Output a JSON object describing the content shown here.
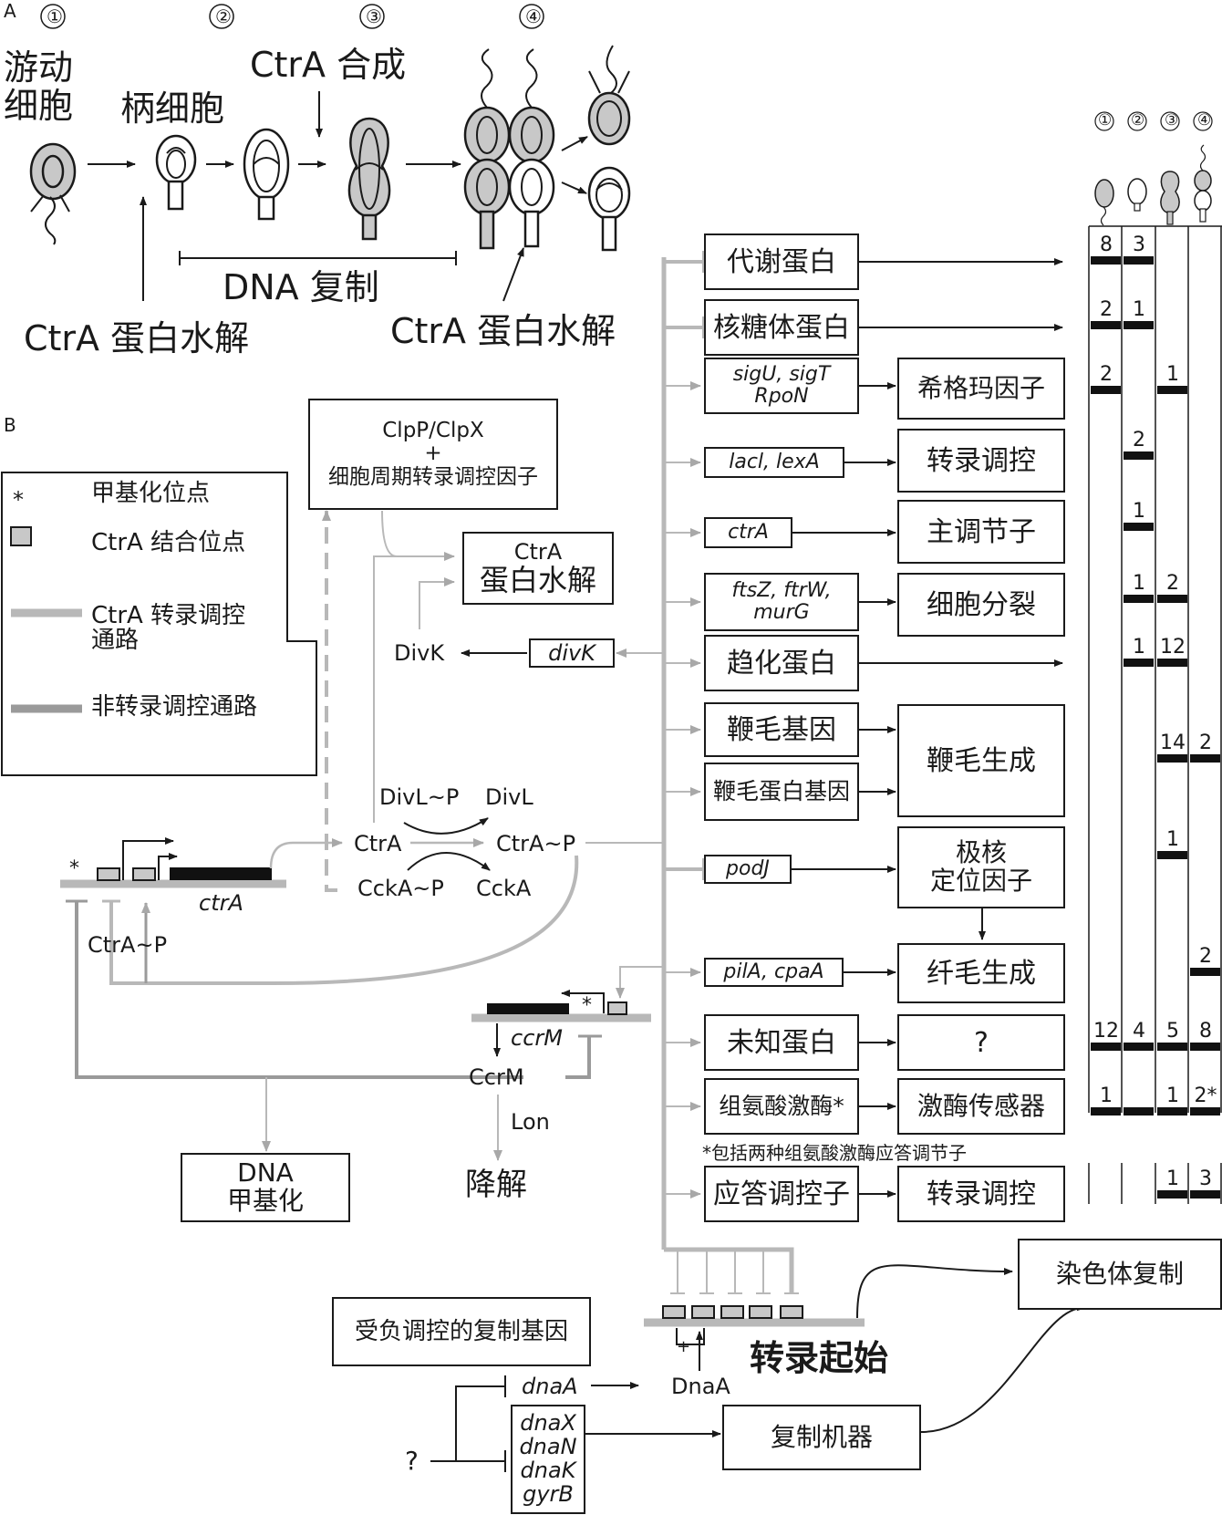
{
  "panel_a": {
    "label": "A",
    "stages": [
      "①",
      "②",
      "③",
      "④"
    ],
    "swarmer_cell": "游动\n细胞",
    "stalked_cell": "柄细胞",
    "ctra_synthesis": "CtrA 合成",
    "dna_replication": "DNA 复制",
    "proteolysis_1": "CtrA 蛋白水解",
    "proteolysis_2": "CtrA 蛋白水解"
  },
  "panel_b": {
    "label": "B",
    "legend": {
      "methylation": {
        "symbol": "*",
        "label": "甲基化位点"
      },
      "binding_site": {
        "label": "CtrA 结合位点"
      },
      "transcriptional": {
        "label": "CtrA 转录调控\n通路",
        "color": "#b8b8b8"
      },
      "non_transcriptional": {
        "label": "非转录调控通路",
        "color": "#9a9a9a"
      }
    },
    "clp_box": {
      "line1": "ClpP/ClpX",
      "line2": "+",
      "line3": "细胞周期转录调控因子"
    },
    "proteolysis_box": {
      "line1": "CtrA",
      "line2": "蛋白水解"
    },
    "divk_protein": "DivK",
    "divk_gene": "divK",
    "divl_p": "DivL~P",
    "divl": "DivL",
    "ctra": "CtrA",
    "ctra_p": "CtrA~P",
    "ccka_p": "CckA~P",
    "ccka": "CckA",
    "ctra_gene": "ctrA",
    "ctra_p_feedback": "CtrA~P",
    "ccrm_gene": "ccrM",
    "ccrm_protein": "CcrM",
    "lon": "Lon",
    "degradation": "降解",
    "dna_methylation_box": {
      "line1": "DNA",
      "line2": "甲基化"
    },
    "targets": [
      {
        "gene": "代谢蛋白",
        "gene_italic": false,
        "effect": "inhibit",
        "function": ""
      },
      {
        "gene": "核糖体蛋白",
        "gene_italic": false,
        "effect": "inhibit",
        "function": ""
      },
      {
        "gene": "sigU, sigT\nRpoN",
        "gene_italic": true,
        "effect": "activate",
        "function": "希格玛因子"
      },
      {
        "gene": "lacl, lexA",
        "gene_italic": true,
        "effect": "activate",
        "function": "转录调控"
      },
      {
        "gene": "ctrA",
        "gene_italic": true,
        "effect": "activate",
        "function": "主调节子"
      },
      {
        "gene": "ftsZ, ftrW,\nmurG",
        "gene_italic": true,
        "effect": "activate",
        "function": "细胞分裂"
      },
      {
        "gene": "趋化蛋白",
        "gene_italic": false,
        "effect": "activate",
        "function": ""
      },
      {
        "gene": "鞭毛基因",
        "gene_italic": false,
        "effect": "activate",
        "function": "鞭毛生成"
      },
      {
        "gene": "鞭毛蛋白基因",
        "gene_italic": false,
        "effect": "activate",
        "function": ""
      },
      {
        "gene": "podJ",
        "gene_italic": true,
        "effect": "inhibit",
        "function": "极核\n定位因子"
      },
      {
        "gene": "pilA, cpaA",
        "gene_italic": true,
        "effect": "activate",
        "function": "纤毛生成"
      },
      {
        "gene": "未知蛋白",
        "gene_italic": false,
        "effect": "activate",
        "function": "?"
      },
      {
        "gene": "组氨酸激酶*",
        "gene_italic": false,
        "effect": "activate",
        "function": "激酶传感器"
      },
      {
        "gene": "应答调控子",
        "gene_italic": false,
        "effect": "activate",
        "function": "转录调控"
      }
    ],
    "footnote": "*包括两种组氨酸激酶应答调节子",
    "replication": {
      "neg_regulated_box": "受负调控的复制基因",
      "transcription_start": "转录起始",
      "plus": "+",
      "dnaa_gene": "dnaA",
      "dnaa_protein": "DnaA",
      "genes_box": [
        "dnaX",
        "dnaN",
        "dnaK",
        "gyrB"
      ],
      "question": "?",
      "machinery_box": "复制机器",
      "chromosome_box": "染色体复制"
    }
  },
  "expression_table": {
    "columns": [
      "①",
      "②",
      "③",
      "④"
    ],
    "rows": [
      {
        "target": "代谢蛋白",
        "values": [
          "8",
          "3",
          "",
          ""
        ]
      },
      {
        "target": "核糖体蛋白",
        "values": [
          "2",
          "1",
          "",
          ""
        ]
      },
      {
        "target": "希格玛因子",
        "values": [
          "2",
          "",
          "1",
          ""
        ]
      },
      {
        "target": "转录调控",
        "values": [
          "",
          "2",
          "",
          ""
        ]
      },
      {
        "target": "主调节子",
        "values": [
          "",
          "1",
          "",
          ""
        ]
      },
      {
        "target": "细胞分裂",
        "values": [
          "",
          "1",
          "2",
          ""
        ]
      },
      {
        "target": "趋化蛋白",
        "values": [
          "",
          "1",
          "12",
          ""
        ]
      },
      {
        "target": "鞭毛生成",
        "values": [
          "",
          "",
          "14",
          "2"
        ]
      },
      {
        "target": "极核定位因子",
        "values": [
          "",
          "",
          "1",
          ""
        ]
      },
      {
        "target": "纤毛生成",
        "values": [
          "",
          "",
          "",
          "2"
        ]
      },
      {
        "target": "?",
        "values": [
          "12",
          "4",
          "5",
          "8"
        ]
      },
      {
        "target": "激酶传感器",
        "values": [
          "1",
          "",
          "1",
          "2*"
        ]
      },
      {
        "target": "转录调控",
        "values": [
          "",
          "",
          "1",
          "3"
        ]
      }
    ],
    "bars_present": [
      [
        true,
        true,
        false,
        false
      ],
      [
        true,
        true,
        false,
        false
      ],
      [
        true,
        false,
        true,
        false
      ],
      [
        false,
        true,
        false,
        false
      ],
      [
        false,
        true,
        false,
        false
      ],
      [
        false,
        true,
        true,
        false
      ],
      [
        false,
        true,
        true,
        false
      ],
      [
        false,
        false,
        true,
        true
      ],
      [
        false,
        false,
        true,
        false
      ],
      [
        false,
        false,
        false,
        true
      ],
      [
        true,
        true,
        true,
        true
      ],
      [
        true,
        true,
        true,
        true
      ],
      [
        false,
        false,
        true,
        true
      ]
    ]
  }
}
